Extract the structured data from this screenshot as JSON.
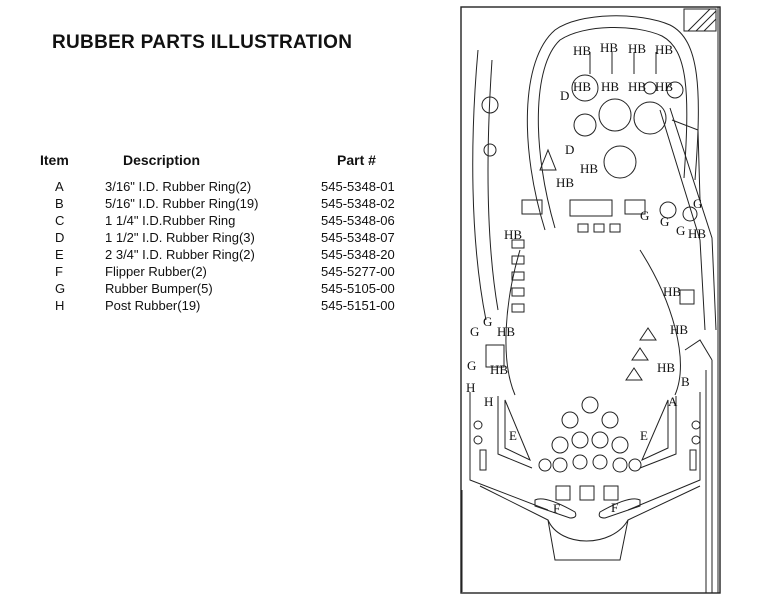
{
  "document": {
    "title": "RUBBER PARTS ILLUSTRATION"
  },
  "parts_table": {
    "headers": {
      "item": "Item",
      "description": "Description",
      "part": "Part #"
    },
    "rows": [
      {
        "item": "A",
        "description": "3/16\" I.D. Rubber Ring(2)",
        "part": "545-5348-01"
      },
      {
        "item": "B",
        "description": "5/16\" I.D. Rubber Ring(19)",
        "part": "545-5348-02"
      },
      {
        "item": "C",
        "description": "1 1/4\" I.D.Rubber Ring",
        "part": "545-5348-06"
      },
      {
        "item": "D",
        "description": "1 1/2\" I.D. Rubber Ring(3)",
        "part": "545-5348-07"
      },
      {
        "item": "E",
        "description": "2 3/4\" I.D. Rubber Ring(2)",
        "part": "545-5348-20"
      },
      {
        "item": "F",
        "description": "Flipper Rubber(2)",
        "part": "545-5277-00"
      },
      {
        "item": "G",
        "description": "Rubber Bumper(5)",
        "part": "545-5105-00"
      },
      {
        "item": "H",
        "description": "Post Rubber(19)",
        "part": "545-5151-00"
      }
    ]
  },
  "diagram_labels": {
    "hb": "HB",
    "d": "D",
    "g": "G",
    "h": "H",
    "b": "B",
    "a": "A",
    "e": "E",
    "f": "F"
  }
}
